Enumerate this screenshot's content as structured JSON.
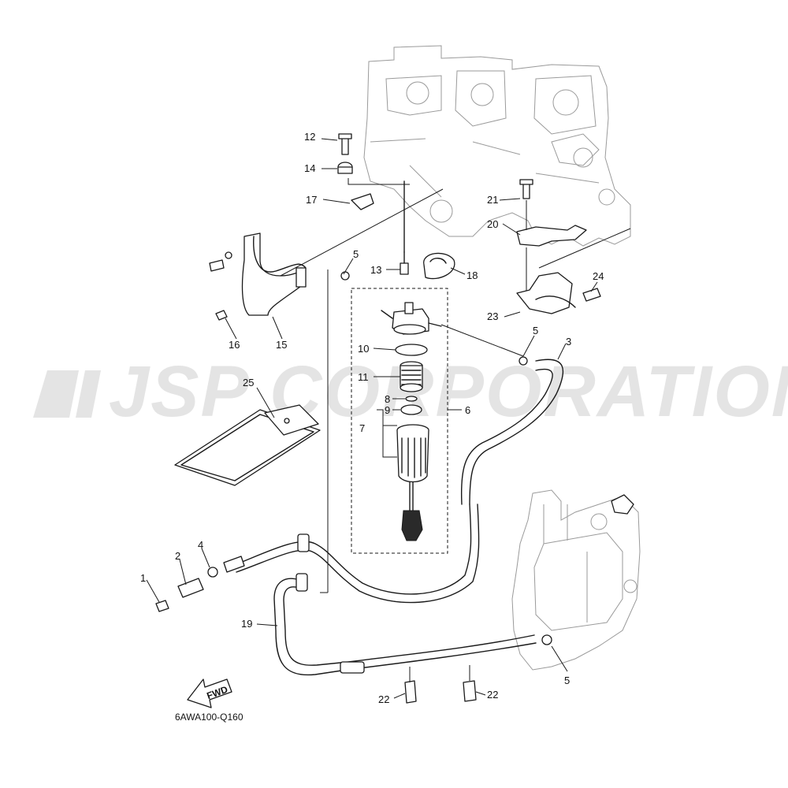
{
  "watermark": "JSP CORPORATION",
  "diagram_code": "6AWA100-Q160",
  "fwd_label": "FWD",
  "callouts": {
    "c1": "1",
    "c2": "2",
    "c3": "3",
    "c4": "4",
    "c5a": "5",
    "c5b": "5",
    "c5c": "5",
    "c6": "6",
    "c7": "7",
    "c8": "8",
    "c9": "9",
    "c10": "10",
    "c11": "11",
    "c12": "12",
    "c13": "13",
    "c14": "14",
    "c15": "15",
    "c16": "16",
    "c17": "17",
    "c18": "18",
    "c19": "19",
    "c20": "20",
    "c21": "21",
    "c22a": "22",
    "c22b": "22",
    "c23": "23",
    "c24": "24",
    "c25": "25"
  },
  "colors": {
    "line": "#1a1a1a",
    "watermark": "#e4e4e4",
    "background": "#ffffff"
  }
}
